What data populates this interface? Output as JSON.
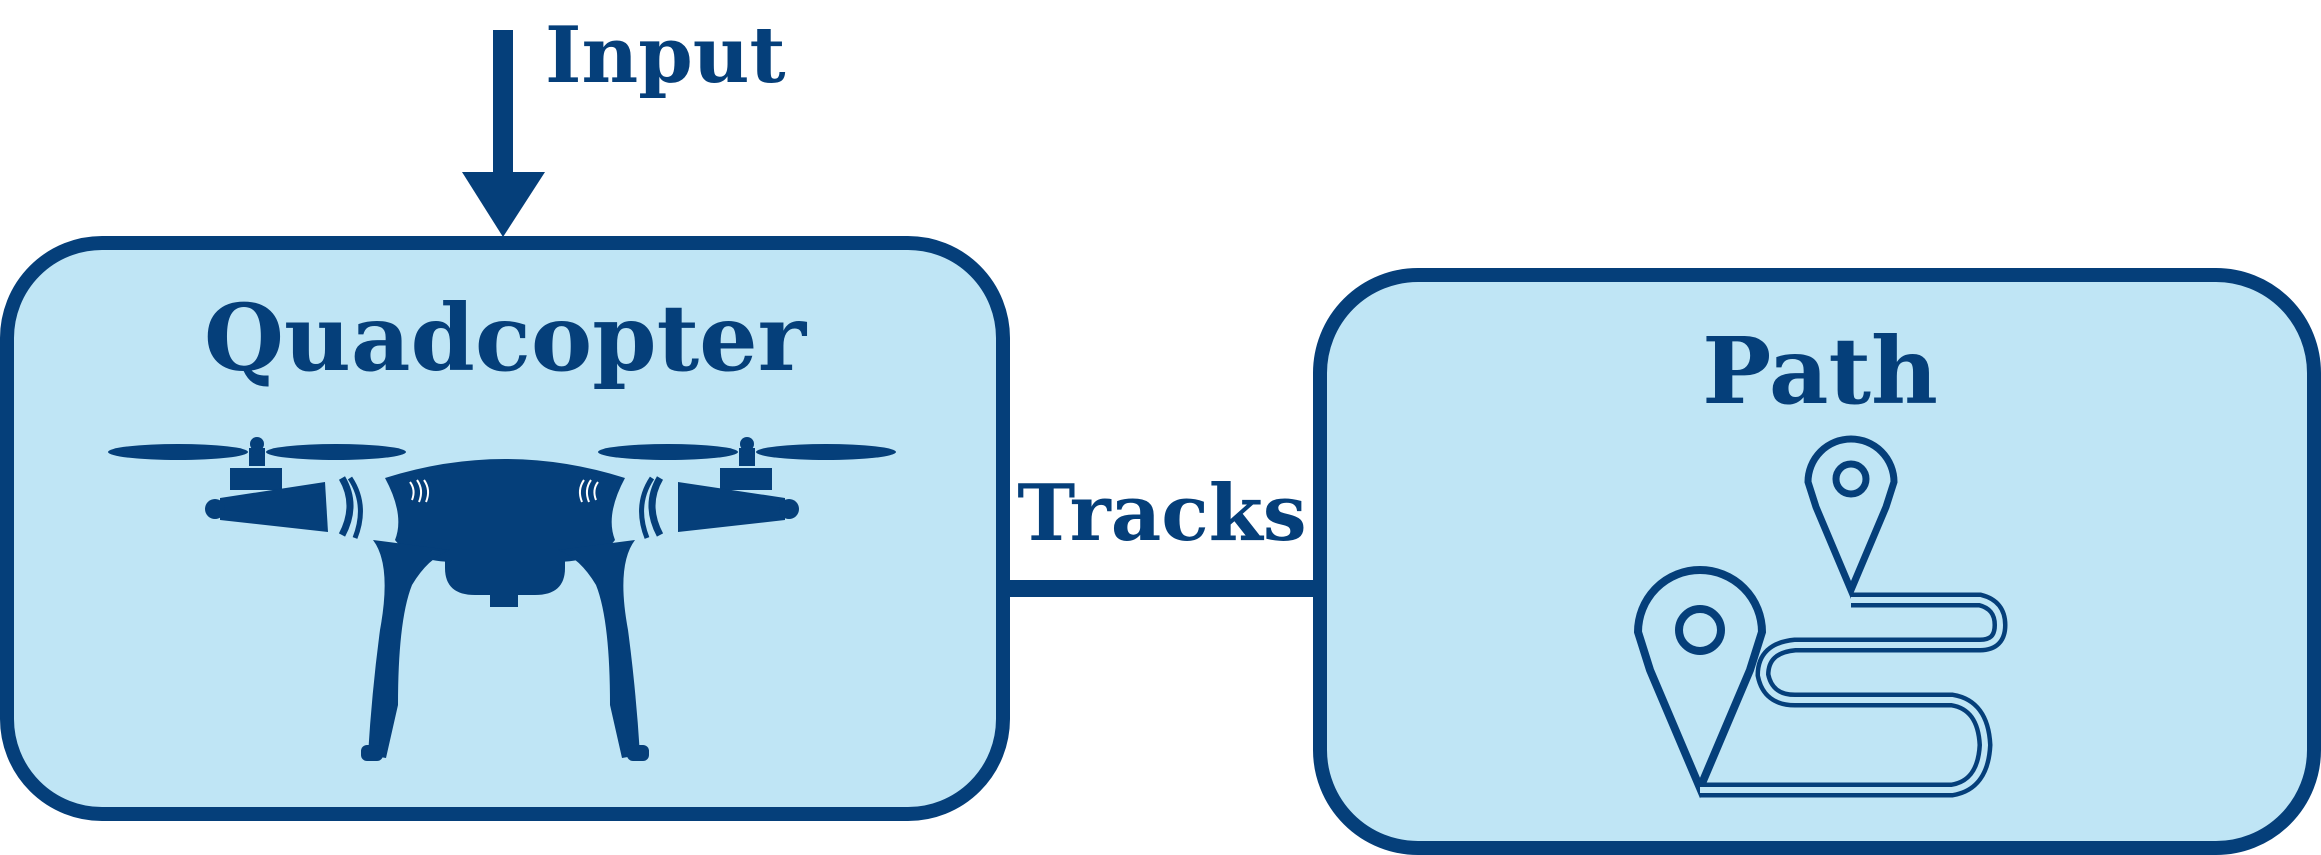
{
  "colors": {
    "stroke": "#053f7a",
    "box_fill": "#bfe5f5",
    "background": "#ffffff"
  },
  "input": {
    "label": "Input"
  },
  "quadcopter": {
    "label": "Quadcopter",
    "icon": "drone-icon"
  },
  "path": {
    "label": "Path",
    "icon": "route-with-map-pins-icon"
  },
  "connector": {
    "label": "Tracks"
  }
}
